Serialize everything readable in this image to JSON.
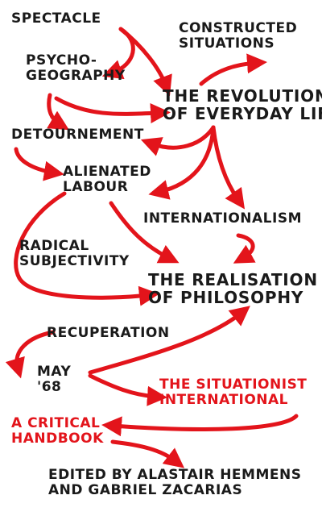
{
  "cover": {
    "accent_color": "#e3141b",
    "ink_color": "#1a1a1a",
    "concepts": {
      "spectacle": "SPECTACLE",
      "constructed_situations": "CONSTRUCTED\nSITUATIONS",
      "psychogeography": "PSYCHO-\nGEOGRAPHY",
      "revolution_everyday_life": "THE REVOLUTION\nOF EVERYDAY LIFE",
      "detournement": "DETOURNEMENT",
      "alienated_labour": "ALIENATED\nLABOUR",
      "internationalism": "INTERNATIONALISM",
      "radical_subjectivity": "RADICAL\nSUBJECTIVITY",
      "realisation_philosophy": "THE REALISATION\nOF PHILOSOPHY",
      "recuperation": "RECUPERATION",
      "may_68": "MAY\n'68"
    },
    "title": "THE SITUATIONIST\nINTERNATIONAL",
    "subtitle": "A CRITICAL\nHANDBOOK",
    "editors": "EDITED BY ALASTAIR HEMMENS\nAND GABRIEL ZACARIAS"
  }
}
